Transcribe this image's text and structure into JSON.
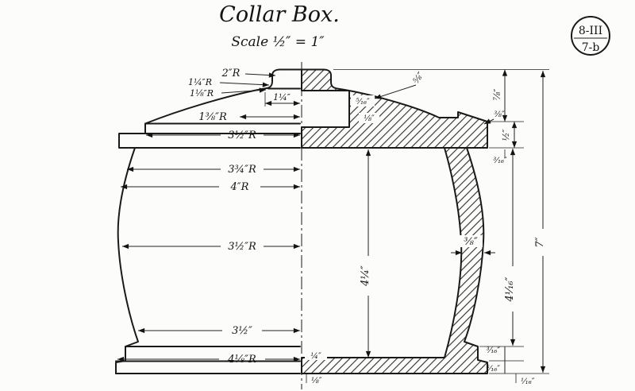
{
  "labels": {
    "title": "Collar Box.",
    "scale": "Scale ½″ = 1″",
    "badge_top": "8-III",
    "badge_bottom": "7-b"
  },
  "dims": {
    "r2": "2″R",
    "r1q": "1¼″R",
    "r1e": "1⅛″R",
    "w1q": "1¼″",
    "r1t": "1⅜″R",
    "r3h_top": "3½″R",
    "r3tq": "3¾″R",
    "r4": "4″R",
    "r3h_mid": "3½″R",
    "w3h": "3½″",
    "r4e": "4⅛″R",
    "t58": "⅝″",
    "t516": "⁵⁄₁₆″",
    "t18": "⅛″",
    "t78": "⅞″",
    "t38f": "⅜″",
    "t12": "½″",
    "t316t": "³⁄₁₆″",
    "wall": "⅜″",
    "h4q": "4¼″",
    "h4s": "4¹⁄₁₆″",
    "h7": "7″",
    "t316b": "³⁄₁₆″",
    "t516b": "⁵⁄₁₆″",
    "t116": "¹⁄₁₆″",
    "t14": "¼″",
    "t18b": "⅛″"
  }
}
